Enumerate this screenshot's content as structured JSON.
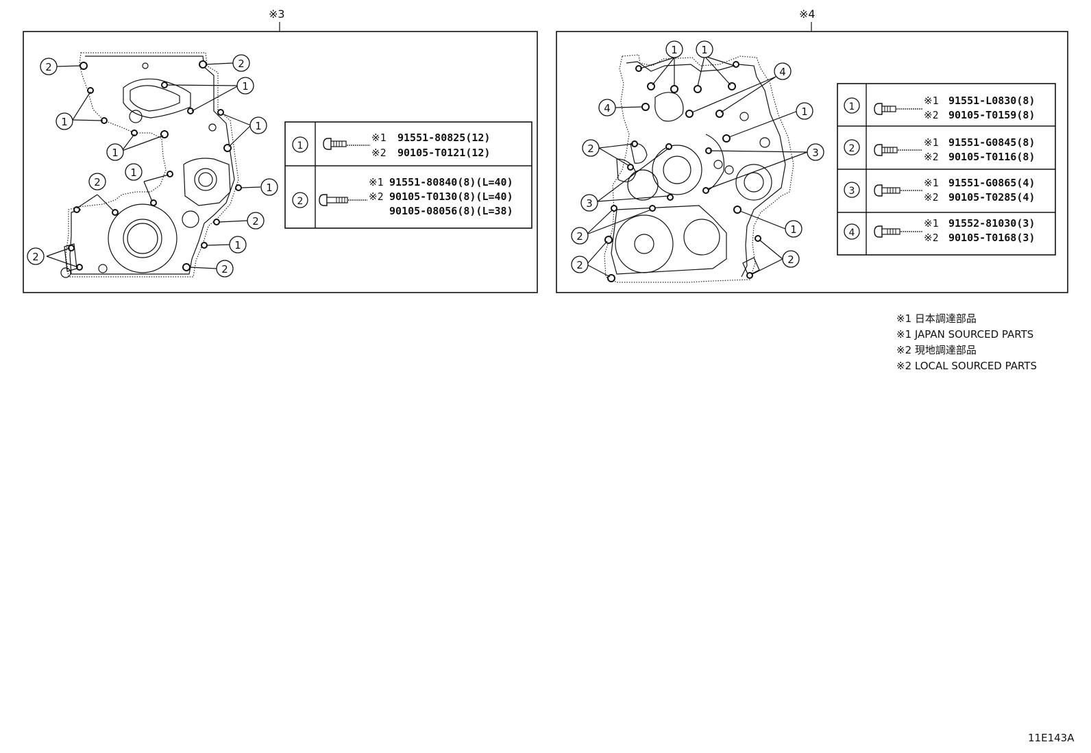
{
  "left_view": {
    "marker": "※3",
    "table_rows": [
      {
        "num": "1",
        "lines": [
          {
            "label": "※1",
            "part": "91551-80825(12)"
          },
          {
            "label": "※2",
            "part": "90105-T0121(12)"
          }
        ]
      },
      {
        "num": "2",
        "lines": [
          {
            "label": "※1",
            "part": "91551-80840(8)(L=40)"
          },
          {
            "label": "※2",
            "part": "90105-T0130(8)(L=40)"
          },
          {
            "label": "",
            "part": "90105-08056(8)(L=38)"
          }
        ]
      }
    ]
  },
  "right_view": {
    "marker": "※4",
    "table_rows": [
      {
        "num": "1",
        "lines": [
          {
            "label": "※1",
            "part": "91551-L0830(8)"
          },
          {
            "label": "※2",
            "part": "90105-T0159(8)"
          }
        ]
      },
      {
        "num": "2",
        "lines": [
          {
            "label": "※1",
            "part": "91551-G0845(8)"
          },
          {
            "label": "※2",
            "part": "90105-T0116(8)"
          }
        ]
      },
      {
        "num": "3",
        "lines": [
          {
            "label": "※1",
            "part": "91551-G0865(4)"
          },
          {
            "label": "※2",
            "part": "90105-T0285(4)"
          }
        ]
      },
      {
        "num": "4",
        "lines": [
          {
            "label": "※1",
            "part": "91552-81030(3)"
          },
          {
            "label": "※2",
            "part": "90105-T0168(3)"
          }
        ]
      }
    ]
  },
  "legend": [
    "※1 日本調達部品",
    "※1 JAPAN SOURCED PARTS",
    "※2 現地調達部品",
    "※2 LOCAL SOURCED PARTS"
  ],
  "figure_id": "11E143A",
  "icons": [
    "bolt-icon",
    "callout-circle"
  ]
}
